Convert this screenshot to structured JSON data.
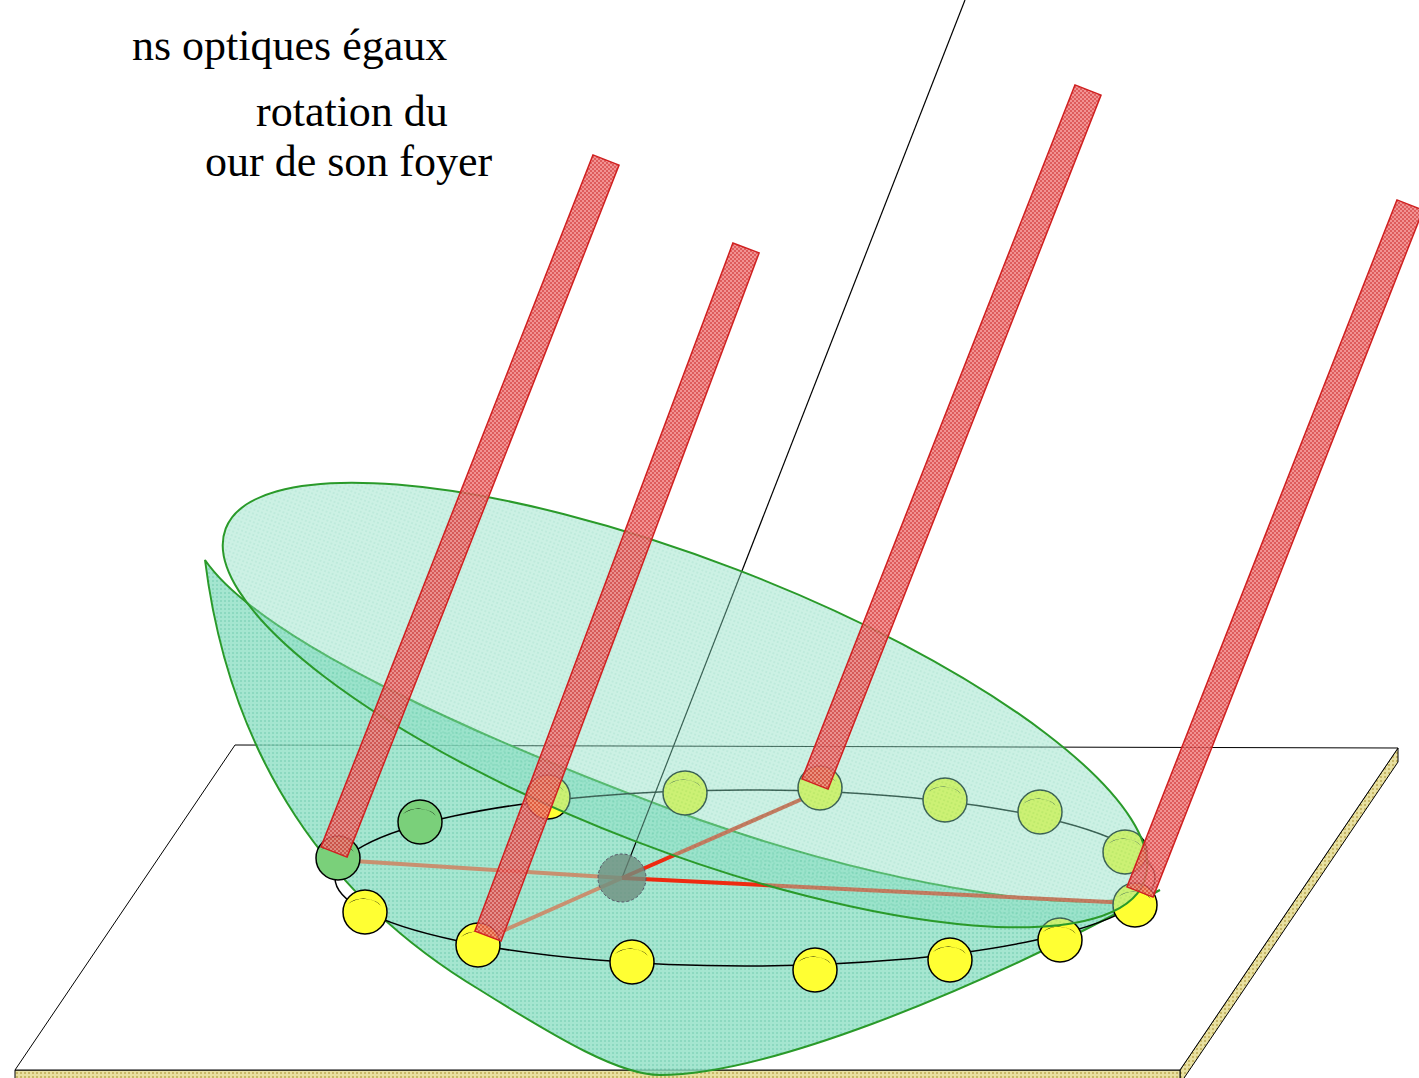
{
  "diagram": {
    "labels": [
      "ns optiques égaux",
      "rotation du",
      "our de son foyer"
    ]
  }
}
